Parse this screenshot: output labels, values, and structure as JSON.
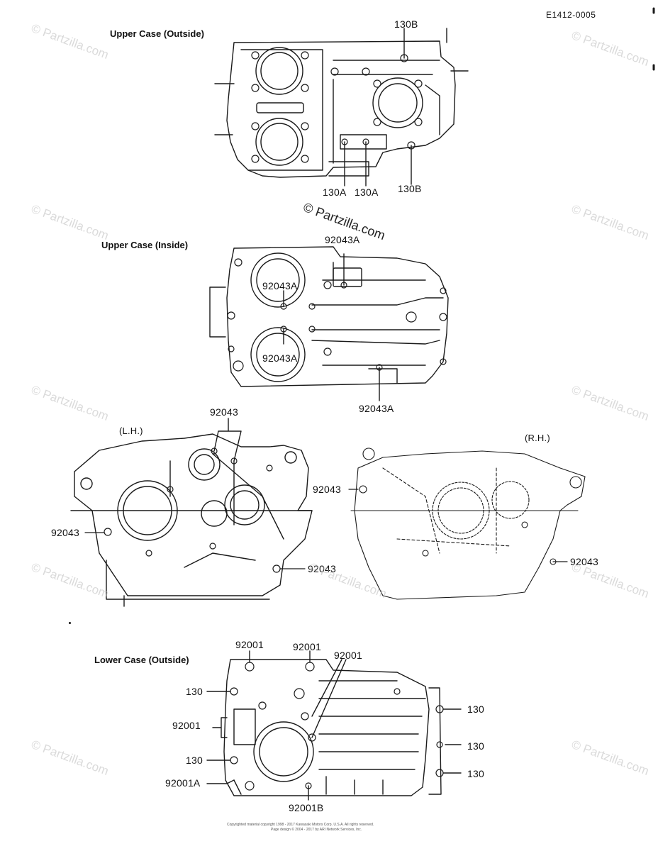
{
  "header": {
    "code": "E1412-0005"
  },
  "sections": {
    "upper_outside": "Upper Case (Outside)",
    "upper_inside": "Upper Case (Inside)",
    "lh": "(L.H.)",
    "rh": "(R.H.)",
    "lower_outside": "Lower Case (Outside)"
  },
  "labels": {
    "p130B_top": "130B",
    "p130A_1": "130A",
    "p130A_2": "130A",
    "p130B_right": "130B",
    "p92043A_1": "92043A",
    "p92043A_2": "92043A",
    "p92043A_3": "92043A",
    "p92043A_4": "92043A",
    "p92043_lh_top": "92043",
    "p92043_lh_left": "92043",
    "p92043_lh_bottom": "92043",
    "p92043_rh_left": "92043",
    "p92043_rh_right": "92043",
    "p92001_1": "92001",
    "p92001_2": "92001",
    "p92001_3": "92001",
    "p92001_4": "92001",
    "p92001A": "92001A",
    "p92001B": "92001B",
    "p130_1": "130",
    "p130_2": "130",
    "p130_3": "130",
    "p130_4": "130",
    "p130_5": "130"
  },
  "watermark": {
    "center": "© Partzilla.com",
    "repeat": "© Partzilla.com"
  },
  "footer": {
    "line1": "Copyrighted material copyright 1998 - 2017 Kawasaki Motors Corp. U.S.A. All rights reserved.",
    "line2": "Page design © 2004 - 2017 by ARI Network Services, Inc."
  }
}
